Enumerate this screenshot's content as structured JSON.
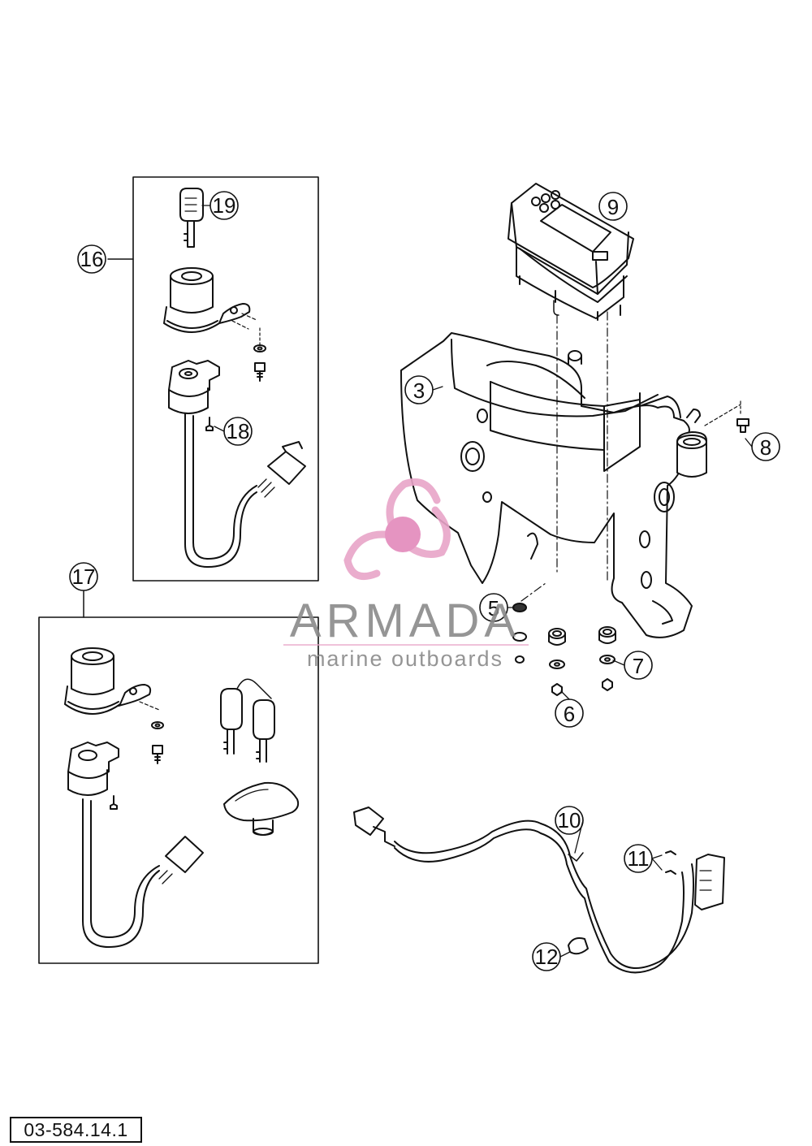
{
  "callouts": {
    "c19": "19",
    "c16": "16",
    "c18": "18",
    "c17": "17",
    "c9": "9",
    "c3": "3",
    "c8": "8",
    "c5": "5",
    "c7": "7",
    "c6": "6",
    "c10": "10",
    "c11": "11",
    "c12": "12"
  },
  "watermark": {
    "brand": "ARMADA",
    "tagline": "marine outboards",
    "colors": {
      "brand": "#8a8a8a",
      "logo": "#e8a5c8",
      "logo_center": "#e389bb"
    }
  },
  "drawing_code": "03-584.14.1"
}
